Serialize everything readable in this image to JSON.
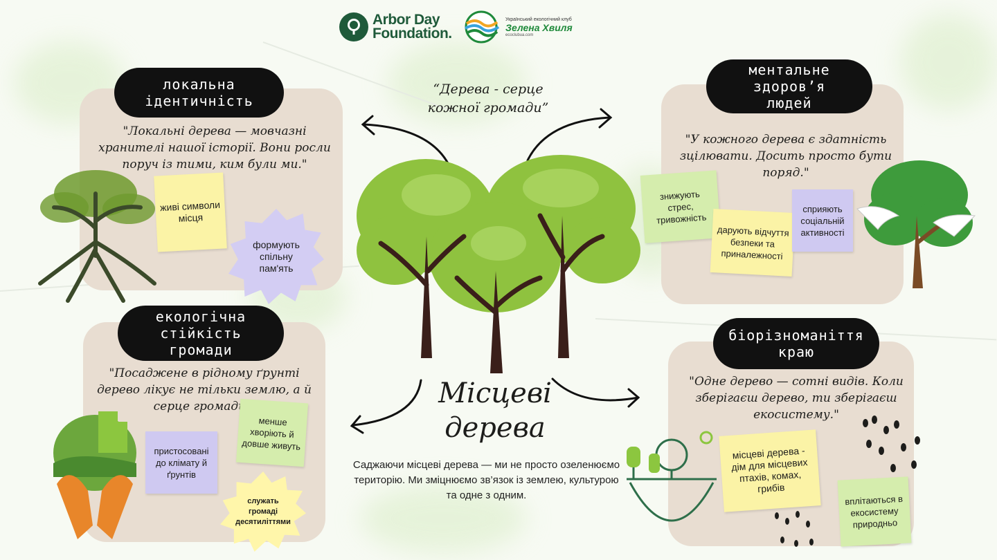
{
  "logos": {
    "arbor_day": "Arbor Day Foundation.",
    "zh_small": "Український екологічний клуб",
    "zh_name": "Зелена Хвиля",
    "zh_url": "ecoclubua.com"
  },
  "center": {
    "quote": "“Дерева - серце кожної громади”",
    "title": "Місцеві дерева",
    "text": "Саджаючи місцеві дерева — ми не просто озеленюємо територію. Ми зміцнюємо зв’язок із землею, культурою та одне з одним."
  },
  "sections": {
    "local_identity": {
      "title": "локальна ідентичність",
      "quote": "\"Локальні дерева — мовчазні хранителі нашої історії. Вони росли поруч із тими, ким були ми.\"",
      "note1": "живі символи місця",
      "note2": "формують спільну пам'ять"
    },
    "mental_health": {
      "title": "ментальне здоров’я людей",
      "quote": "\"У кожного дерева є здатність зцілювати. Досить просто бути поряд.\"",
      "note1": "знижують стрес, тривожність",
      "note2": "дарують відчуття безпеки та приналежності",
      "note3": "сприяють соціальній активності"
    },
    "eco_resilience": {
      "title": "екологічна стійкість громади",
      "quote": "\"Посаджене в рідному ґрунті дерево лікує не тільки землю, а й серце громади.\"",
      "note1": "менше хворіють й довше живуть",
      "note2": "пристосовані до клімату й ґрунтів",
      "note3": "служать громаді десятиліттями"
    },
    "biodiversity": {
      "title": "біорізноманіття краю",
      "quote": "\"Одне дерево — сотні видів. Коли зберігаєш дерево, ти зберігаєш екосистему.\"",
      "note1": "місцеві дерева - дім для місцевих птахів, комах, грибів",
      "note2": "вплітаються в екосистему природньо"
    }
  },
  "colors": {
    "panel": "#e8ddd1",
    "pill": "#111111",
    "tree_green": "#8fc23f",
    "trunk": "#3a1f1a",
    "brand_green": "#1f5a3a"
  }
}
